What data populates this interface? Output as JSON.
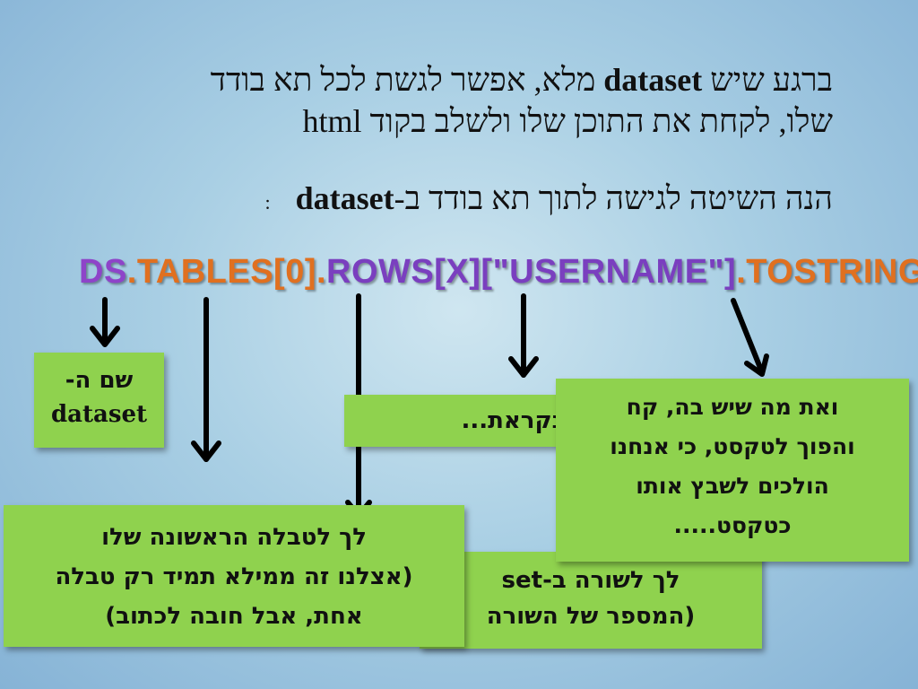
{
  "paragraph1": {
    "line1_before": "ברגע שיש ",
    "line1_bold": "dataset",
    "line1_after": " מלא, אפשר לגשת לכל תא בודד",
    "line2": "שלו, לקחת את התוכן שלו ולשלב בקוד html"
  },
  "paragraph2": {
    "text": "הנה השיטה לגישה לתוך תא בודד ב-",
    "bold": "dataset",
    "colon": ":"
  },
  "code": {
    "part1": "DS",
    "part2": ".TABLES[0].",
    "part3": "ROWS[X][\"USERNAME\"]",
    "part4": ".TOSTRING();"
  },
  "boxes": {
    "dataset_name": {
      "line1": "שם ה-",
      "line2": "dataset"
    },
    "column_called": {
      "text": "ה שנקראת..."
    },
    "row": {
      "line1": "לך לשורה ב-set",
      "line2": "(המספר של השורה"
    },
    "first_table": {
      "line1": "לך לטבלה הראשונה שלו",
      "line2": "(אצלנו זה ממילא תמיד רק טבלה",
      "line3": "אחת, אבל חובה לכתוב)"
    },
    "tostring": {
      "line1": "ואת מה שיש בה, קח",
      "line2": "והפוך לטקסט, כי אנחנו",
      "line3": "הולכים לשבץ אותו",
      "line4": "כטקסט....."
    }
  },
  "colors": {
    "box_green": "#8fd24e",
    "code_purple": "#8e44c9",
    "code_orange": "#e07020"
  }
}
